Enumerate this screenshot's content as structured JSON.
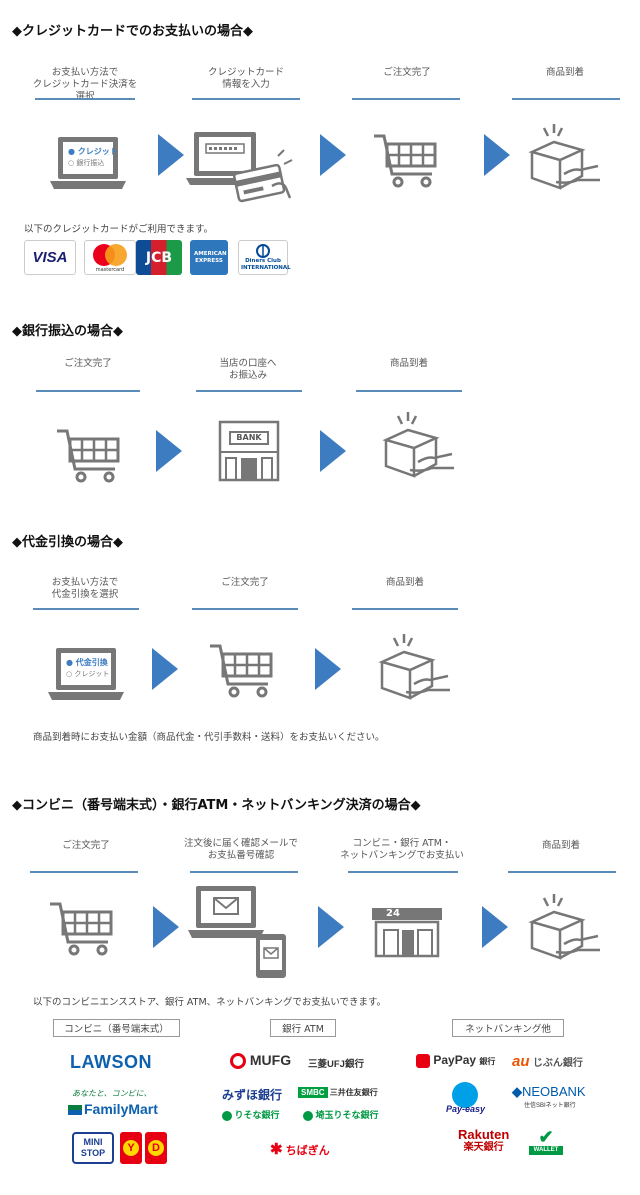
{
  "credit": {
    "title": "◆クレジットカードでのお支払いの場合◆",
    "steps": [
      {
        "label": "お支払い方法で\nクレジットカード決済を選択",
        "radio_selected": "クレジット",
        "radio_other": "銀行振込"
      },
      {
        "label": "クレジットカード\n情報を入力"
      },
      {
        "label": "ご注文完了"
      },
      {
        "label": "商品到着"
      }
    ],
    "cards_note": "以下のクレジットカードがご利用できます。",
    "cards": [
      "VISA",
      "mastercard",
      "JCB",
      "AMERICAN EXPRESS",
      "Diners Club INTERNATIONAL"
    ]
  },
  "bank": {
    "title": "◆銀行振込の場合◆",
    "steps": [
      {
        "label": "ご注文完了"
      },
      {
        "label": "当店の口座へ\nお振込み",
        "bank_sign": "BANK"
      },
      {
        "label": "商品到着"
      }
    ]
  },
  "cod": {
    "title": "◆代金引換の場合◆",
    "steps": [
      {
        "label": "お支払い方法で\n代金引換を選択",
        "radio_selected": "代金引換",
        "radio_other": "クレジット"
      },
      {
        "label": "ご注文完了"
      },
      {
        "label": "商品到着"
      }
    ],
    "note": "商品到着時にお支払い金額（商品代金・代引手数料・送料）をお支払いください。"
  },
  "konbini": {
    "title": "◆コンビニ（番号端末式）・銀行ATM・ネットバンキング決済の場合◆",
    "steps": [
      {
        "label": "ご注文完了"
      },
      {
        "label": "注文後に届く確認メールで\nお支払番号確認"
      },
      {
        "label": "コンビニ・銀行 ATM・\nネットバンキングでお支払い",
        "store_sign": "24"
      },
      {
        "label": "商品到着"
      }
    ],
    "note": "以下のコンビニエンスストア、銀行 ATM、ネットバンキングでお支払いできます。",
    "categories": [
      "コンビニ（番号端末式）",
      "銀行 ATM",
      "ネットバンキング他"
    ],
    "logos": {
      "lawson": "LAWSON",
      "familymart_tagline": "あなたと、コンビに、",
      "familymart": "FamilyMart",
      "ministop": "MINI STOP",
      "yamazaki": "Y",
      "daily": "D",
      "mufg": "MUFG",
      "mufg_bank": "三菱UFJ銀行",
      "mizuho": "みずほ銀行",
      "smbc": "SMBC",
      "smbc_bank": "三井住友銀行",
      "resona": "りそな銀行",
      "saitama_resona": "埼玉りそな銀行",
      "chibagin": "ちばぎん",
      "paypay": "PayPay",
      "paypay_bank": "銀行",
      "au": "au",
      "au_bank": "じぶん銀行",
      "payeasy": "Pay-easy",
      "neobank": "NEOBANK",
      "neobank_sub": "住信SBIネット銀行",
      "rakuten": "Rakuten",
      "rakuten_bank": "楽天銀行",
      "wallet": "WALLET"
    }
  },
  "colors": {
    "accent": "#3d7cc0",
    "line": "#5b8bb8",
    "icon": "#777777"
  }
}
